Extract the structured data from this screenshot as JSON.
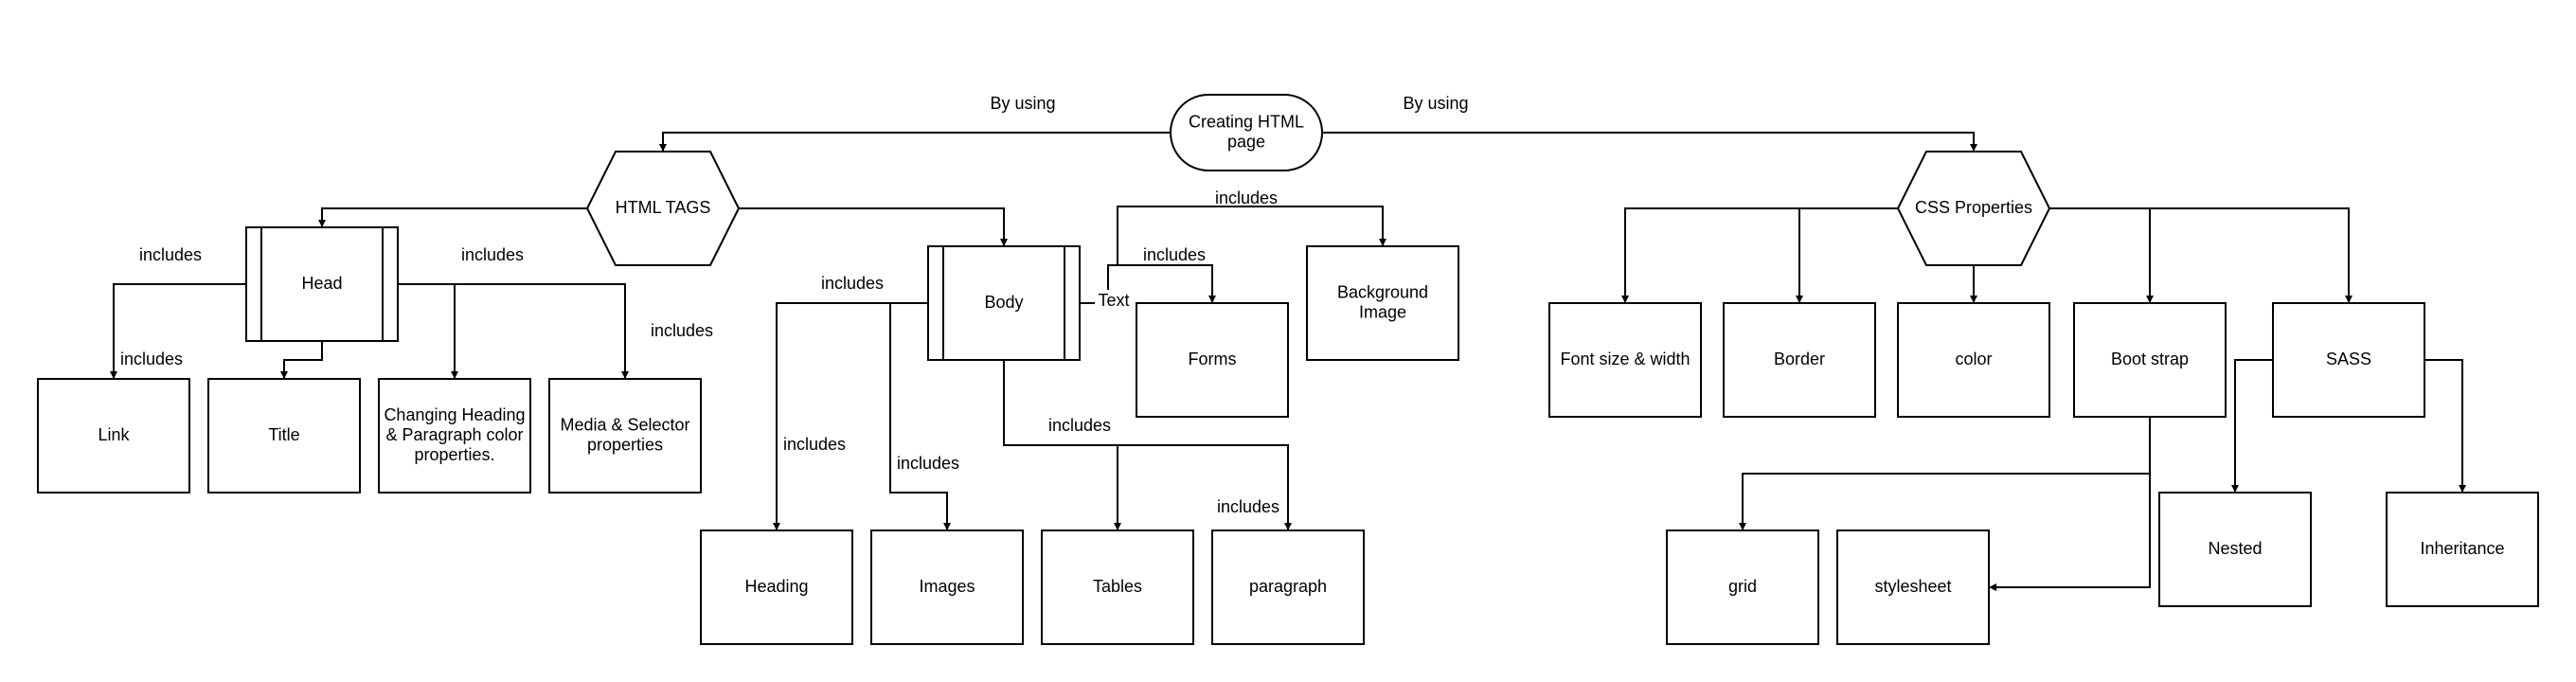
{
  "nodes": {
    "root": [
      "Creating HTML",
      "page"
    ],
    "html_tags": [
      "HTML TAGS"
    ],
    "css_props": [
      "CSS Properties"
    ],
    "head": [
      "Head"
    ],
    "body": [
      "Body"
    ],
    "link": [
      "Link"
    ],
    "title": [
      "Title"
    ],
    "changing": [
      "Changing Heading",
      "& Paragraph color",
      "properties."
    ],
    "media": [
      "Media & Selector",
      "properties"
    ],
    "heading": [
      "Heading"
    ],
    "images": [
      "Images"
    ],
    "tables": [
      "Tables"
    ],
    "paragraph": [
      "paragraph"
    ],
    "forms": [
      "Forms"
    ],
    "bg_image": [
      "Background",
      "Image"
    ],
    "font_size": [
      "Font size & width"
    ],
    "border": [
      "Border"
    ],
    "color": [
      "color"
    ],
    "bootstrap": [
      "Boot strap"
    ],
    "sass": [
      "SASS"
    ],
    "grid": [
      "grid"
    ],
    "stylesheet": [
      "stylesheet"
    ],
    "nested": [
      "Nested"
    ],
    "inheritance": [
      "Inheritance"
    ]
  },
  "edge_labels": {
    "by_using_left": "By using",
    "by_using_right": "By using",
    "includes_head_link_top": "includes",
    "includes_head_link": "includes",
    "includes_head_right": "includes",
    "includes_media": "includes",
    "includes_body_left": "includes",
    "includes_heading": "includes",
    "includes_images": "includes",
    "includes_tables": "includes",
    "includes_paragraph": "includes",
    "includes_forms": "includes",
    "includes_bg": "includes",
    "text": "Text"
  }
}
